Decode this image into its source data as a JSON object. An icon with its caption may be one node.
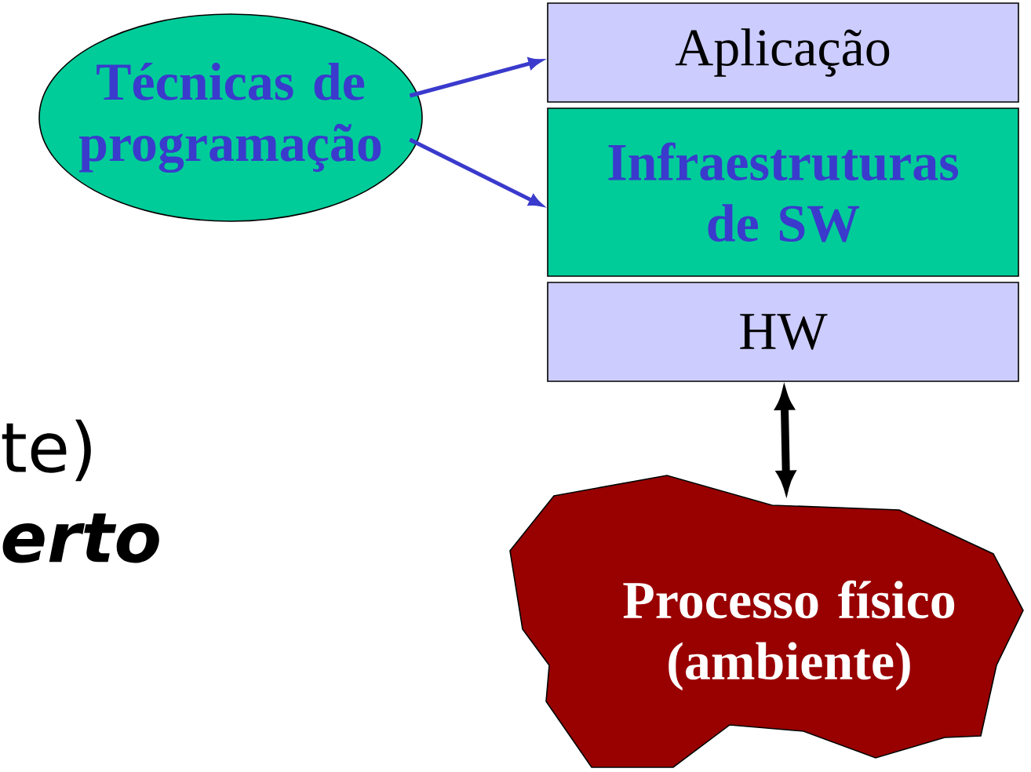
{
  "diagram": {
    "nodes": [
      {
        "text": [
          "Técnicas de programação"
        ]
      },
      {
        "text": [
          "Aplicação"
        ]
      },
      {
        "text": [
          "Infraestruturas de SW"
        ]
      },
      {
        "text": [
          "HW"
        ]
      },
      {
        "text": [
          "Processo físico (ambiente)"
        ]
      }
    ],
    "edges": [
      {
        "from": 0,
        "to": 1,
        "arrow": "to"
      },
      {
        "from": 0,
        "to": 2,
        "arrow": "to"
      },
      {
        "from": 3,
        "to": 4,
        "arrow": "both",
        "style": "thick",
        "color": "#000000"
      }
    ],
    "labels": [
      "te)",
      "erto"
    ]
  }
}
